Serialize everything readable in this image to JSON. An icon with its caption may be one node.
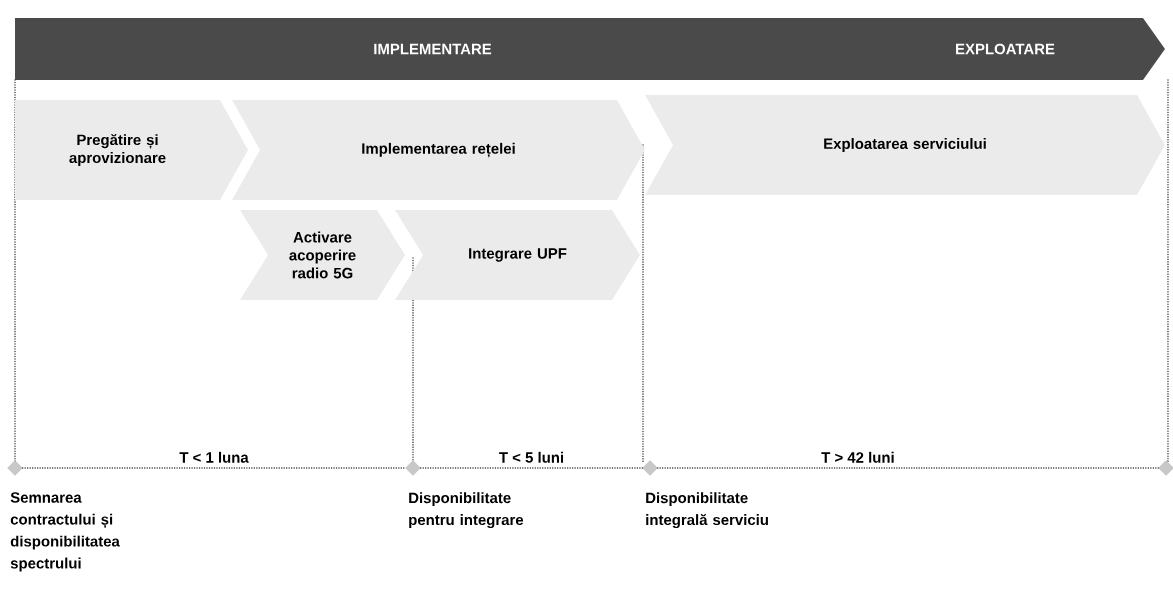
{
  "diagram": {
    "nodes": [
      {
        "text": [
          "IMPLEMENTARE"
        ]
      },
      {
        "text": [
          "EXPLOATARE"
        ]
      },
      {
        "text": [
          "Pregătire și aprovizionare"
        ]
      },
      {
        "text": [
          "Implementarea rețelei"
        ]
      },
      {
        "text": [
          "Exploatarea serviciului"
        ]
      },
      {
        "text": [
          "Activare acoperire radio 5G"
        ]
      },
      {
        "text": [
          "Integrare UPF"
        ]
      },
      {
        "text": [],
        "shape": "diamond",
        "beside": [
          "Semnarea contractului și disponibilitatea spectrului"
        ]
      },
      {
        "text": [],
        "shape": "diamond",
        "beside": [
          "Disponibilitate pentru integrare"
        ]
      },
      {
        "text": [],
        "shape": "diamond",
        "beside": [
          "Disponibilitate integrală serviciu"
        ]
      },
      {
        "text": [],
        "shape": "diamond"
      }
    ],
    "edges": [
      {
        "from": 7,
        "to": 8,
        "arrow": "none",
        "style": "dashed",
        "label": "T < 1 luna"
      },
      {
        "from": 8,
        "to": 9,
        "arrow": "none",
        "style": "dashed",
        "label": "T < 5 luni"
      },
      {
        "from": 9,
        "to": 10,
        "arrow": "none",
        "style": "dashed",
        "label": "T > 42 luni"
      }
    ]
  }
}
